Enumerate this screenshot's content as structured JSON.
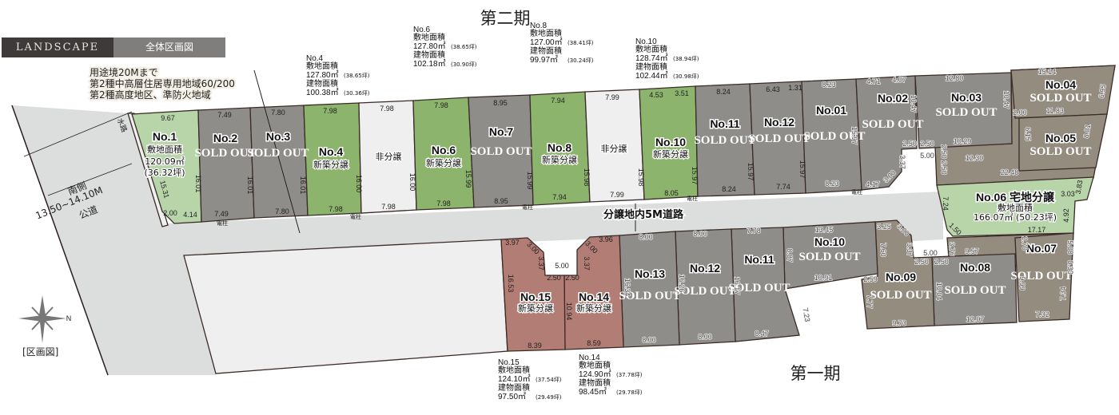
{
  "header": {
    "brand": "LANDSCAPE",
    "title": "全体区画図"
  },
  "phases": {
    "second": "第二期",
    "first": "第一期"
  },
  "zoning_note": [
    "用途境20Mまで",
    "第2種中高層住居専用地域60/200",
    "第2種高度地区、準防火地域"
  ],
  "road": {
    "public": [
      "南側",
      "13.50~14.10M",
      "公道"
    ],
    "waterway": "水路",
    "internal": "分譲地内5M道路"
  },
  "compass": {
    "north": "N",
    "legend": "[区画図]"
  },
  "pole_label": "電柱",
  "colors": {
    "new_build": "#8db46c",
    "sold_second": "#8f8d8a",
    "sold_first": "#958c80",
    "land": "#b8d4a9",
    "pink": "#b27d74",
    "non_sale": "#efefef",
    "road": "#dcdddd"
  },
  "info_blocks": {
    "no4": {
      "no": "No.4",
      "site_label": "敷地面積",
      "site": "127.80㎡",
      "site_tsubo": "(38.65坪)",
      "bldg_label": "建物面積",
      "bldg": "100.38㎡",
      "bldg_tsubo": "(30.36坪)"
    },
    "no6": {
      "no": "No.6",
      "site_label": "敷地面積",
      "site": "127.80㎡",
      "site_tsubo": "(38.65坪)",
      "bldg_label": "建物面積",
      "bldg": "102.18㎡",
      "bldg_tsubo": "(30.90坪)"
    },
    "no8": {
      "no": "No.8",
      "site_label": "敷地面積",
      "site": "127.00㎡",
      "site_tsubo": "(38.41坪)",
      "bldg_label": "建物面積",
      "bldg": "99.97㎡",
      "bldg_tsubo": "(30.24坪)"
    },
    "no10": {
      "no": "No.10",
      "site_label": "敷地面積",
      "site": "128.74㎡",
      "site_tsubo": "(38.94坪)",
      "bldg_label": "建物面積",
      "bldg": "102.44㎡",
      "bldg_tsubo": "(30.98坪)"
    },
    "no15": {
      "no": "No.15",
      "site_label": "敷地面積",
      "site": "124.10㎡",
      "site_tsubo": "(37.54坪)",
      "bldg_label": "建物面積",
      "bldg": "97.50㎡",
      "bldg_tsubo": "(29.49坪)"
    },
    "no14": {
      "no": "No.14",
      "site_label": "敷地面積",
      "site": "124.90㎡",
      "site_tsubo": "(37.78坪)",
      "bldg_label": "建物面積",
      "bldg": "98.45㎡",
      "bldg_tsubo": "(29.78坪)"
    }
  },
  "lots": {
    "n1": {
      "no": "No.1",
      "l1": "敷地面積",
      "l2": "120.09㎡",
      "l3": "(36.32坪)",
      "dims": [
        "9.67",
        "16.01",
        "15.31",
        "2.00",
        "4.14"
      ]
    },
    "n2": {
      "no": "No.2",
      "status": "SOLD OUT",
      "dims": [
        "7.49",
        "16.01",
        "7.49"
      ]
    },
    "n3": {
      "no": "No.3",
      "status": "SOLD OUT",
      "dims": [
        "7.80",
        "16.01",
        "7.80"
      ]
    },
    "n4": {
      "no": "No.4",
      "status": "新築分譲",
      "dims": [
        "7.98",
        "16.00",
        "7.98"
      ]
    },
    "ns1": {
      "status": "非分譲",
      "dims": [
        "7.98",
        "16.00",
        "7.98"
      ]
    },
    "n6": {
      "no": "No.6",
      "status": "新築分譲",
      "dims": [
        "7.98",
        "15.99",
        "7.98"
      ]
    },
    "n7": {
      "no": "No.7",
      "status": "SOLD OUT",
      "dims": [
        "8.95",
        "15.99",
        "8.95"
      ]
    },
    "n8": {
      "no": "No.8",
      "status": "新築分譲",
      "dims": [
        "7.94",
        "15.98",
        "7.94"
      ]
    },
    "ns2": {
      "status": "非分譲",
      "dims": [
        "7.99",
        "15.98",
        "7.99"
      ]
    },
    "n10": {
      "no": "No.10",
      "status": "新築分譲",
      "dims": [
        "4.53",
        "3.51",
        "15.97",
        "8.05"
      ]
    },
    "n11": {
      "no": "No.11",
      "status": "SOLD OUT",
      "dims": [
        "8.24",
        "15.97",
        "8.24"
      ]
    },
    "n12": {
      "no": "No.12",
      "status": "SOLD OUT",
      "dims": [
        "6.43",
        "1.31",
        "15.97",
        "7.74"
      ]
    },
    "f01": {
      "no": "No.01",
      "status": "SOLD OUT",
      "dims": [
        "8.23",
        "15.97",
        "8.23"
      ]
    },
    "f02": {
      "no": "No.02",
      "status": "SOLD OUT",
      "dims": [
        "4.71",
        "4.07",
        "10.47",
        "2.50",
        "3.37",
        "3.00",
        "4.17"
      ]
    },
    "f03": {
      "no": "No.03",
      "status": "SOLD OUT",
      "dims": [
        "12.80",
        "10.47",
        "2.50",
        "10.29",
        "5.00"
      ]
    },
    "f04": {
      "no": "No.04",
      "status": "SOLD OUT",
      "dims": [
        "15.14",
        "6.95",
        "2.00",
        "11.83"
      ]
    },
    "f05": {
      "no": "No.05",
      "status": "SOLD OUT",
      "dims": [
        "6.15",
        "8.81",
        "12.30",
        "2.50",
        "2.50",
        "22.48"
      ]
    },
    "f06": {
      "no": "No.06 宅地分譲",
      "l1": "敷地面積",
      "l2": "166.07㎡ (50.23坪)",
      "dims": [
        "7.24",
        "3.83",
        "3.03",
        "4.92",
        "1.50",
        "17.17"
      ]
    },
    "f07": {
      "no": "No.07",
      "status": "SOLD OUT",
      "dims": [
        "2.70",
        "5.08",
        "0.30",
        "9.99",
        "7.34",
        "7.32"
      ]
    },
    "f08": {
      "no": "No.08",
      "status": "SOLD OUT",
      "dims": [
        "5.00",
        "2.50",
        "3.76",
        "9.57",
        "10.04",
        "12.07"
      ]
    },
    "f09": {
      "no": "No.09",
      "status": "SOLD OUT",
      "dims": [
        "3.25",
        "3.00",
        "7.60",
        "3.37",
        "2.59",
        "7.77",
        "9.73",
        "2.50"
      ]
    },
    "f10": {
      "no": "No.10",
      "status": "SOLD OUT",
      "dims": [
        "13.45",
        "8.87",
        "10.91"
      ]
    },
    "f11": {
      "no": "No.11",
      "status": "SOLD OUT",
      "dims": [
        "7.78",
        "16.17",
        "7.23",
        "8.47"
      ]
    },
    "f12": {
      "no": "No.12",
      "status": "SOLD OUT",
      "dims": [
        "8.00",
        "16.26",
        "8.00"
      ]
    },
    "f13": {
      "no": "No.13",
      "status": "SOLD OUT",
      "dims": [
        "8.00",
        "16.34",
        "8.00"
      ]
    },
    "f14": {
      "no": "No.14",
      "status": "新築分譲",
      "dims": [
        "3.96",
        "3.00",
        "3.37",
        "2.50",
        "10.94",
        "8.59"
      ]
    },
    "f15": {
      "no": "No.15",
      "status": "新築分譲",
      "dims": [
        "3.97",
        "3.00",
        "3.37",
        "5.00",
        "2.50",
        "16.53",
        "8.39"
      ]
    }
  }
}
